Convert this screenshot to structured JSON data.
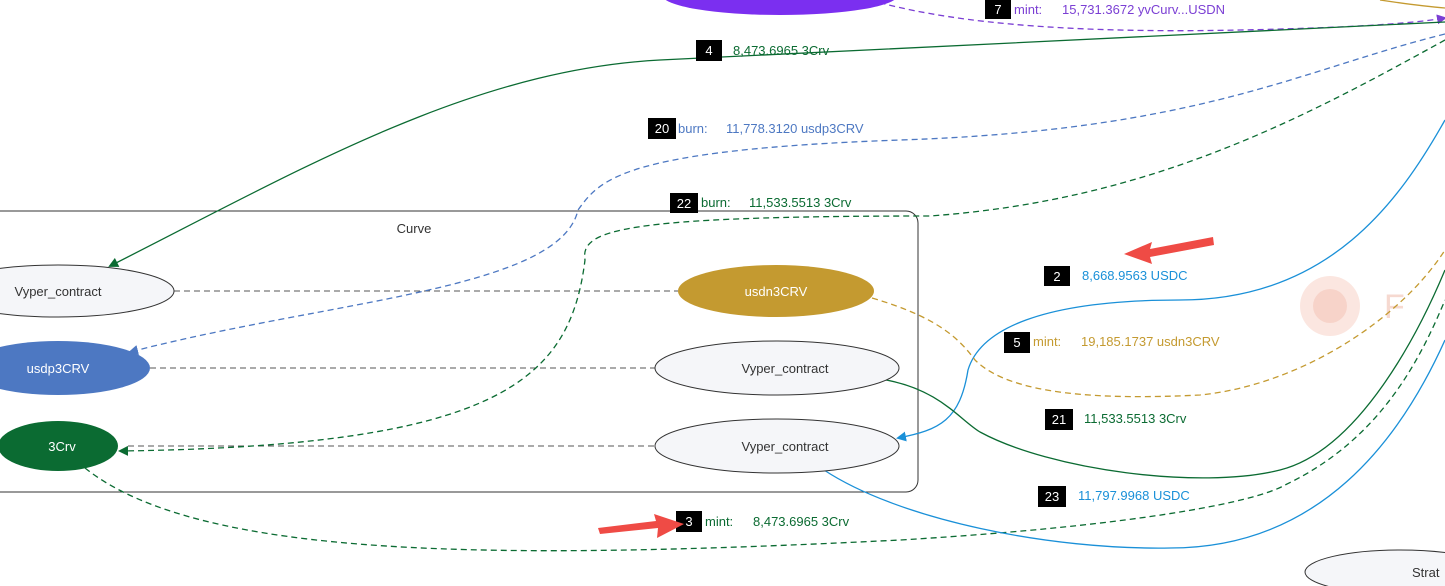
{
  "cluster": {
    "title": "Curve"
  },
  "nodes": [
    {
      "id": "vyper-contract-left",
      "label": "Vyper_contract",
      "fill": "#f5f6f9",
      "text_color": "#333333"
    },
    {
      "id": "usdp3crv",
      "label": "usdp3CRV",
      "fill": "#4d78c2",
      "text_color": "#ffffff"
    },
    {
      "id": "3crv",
      "label": "3Crv",
      "fill": "#0b6b32",
      "text_color": "#ffffff"
    },
    {
      "id": "usdn3crv",
      "label": "usdn3CRV",
      "fill": "#c49a30",
      "text_color": "#ffffff"
    },
    {
      "id": "vyper-contract-mid",
      "label": "Vyper_contract",
      "fill": "#f5f6f9",
      "text_color": "#333333"
    },
    {
      "id": "vyper-contract-low",
      "label": "Vyper_contract",
      "fill": "#f5f6f9",
      "text_color": "#333333"
    },
    {
      "id": "strat",
      "label": "Strat",
      "fill": "#f5f6f9",
      "text_color": "#333333"
    },
    {
      "id": "top-purple",
      "label": "",
      "fill": "#7b2ff0",
      "text_color": "#ffffff"
    }
  ],
  "edges": [
    {
      "step": "7",
      "action": "mint:",
      "amount": "15,731.3672 yvCurv...USDN",
      "color": "#7b3fd4"
    },
    {
      "step": "4",
      "action": "",
      "amount": "8,473.6965 3Crv",
      "color": "#0b6b32"
    },
    {
      "step": "20",
      "action": "burn:",
      "amount": "11,778.3120 usdp3CRV",
      "color": "#4d78c2"
    },
    {
      "step": "22",
      "action": "burn:",
      "amount": "11,533.5513 3Crv",
      "color": "#0b6b32"
    },
    {
      "step": "2",
      "action": "",
      "amount": "8,668.9563 USDC",
      "color": "#1a90d8"
    },
    {
      "step": "5",
      "action": "mint:",
      "amount": "19,185.1737 usdn3CRV",
      "color": "#c49a30"
    },
    {
      "step": "21",
      "action": "",
      "amount": "11,533.5513 3Crv",
      "color": "#0b6b32"
    },
    {
      "step": "23",
      "action": "",
      "amount": "11,797.9968 USDC",
      "color": "#1a90d8"
    },
    {
      "step": "3",
      "action": "mint:",
      "amount": "8,473.6965 3Crv",
      "color": "#0b6b32"
    }
  ],
  "colors": {
    "annotation_arrow": "#ef4b45",
    "dashed_link": "#555555",
    "cluster_border": "#333333"
  },
  "watermark": {
    "logo": "watermark-logo",
    "text": "F"
  }
}
